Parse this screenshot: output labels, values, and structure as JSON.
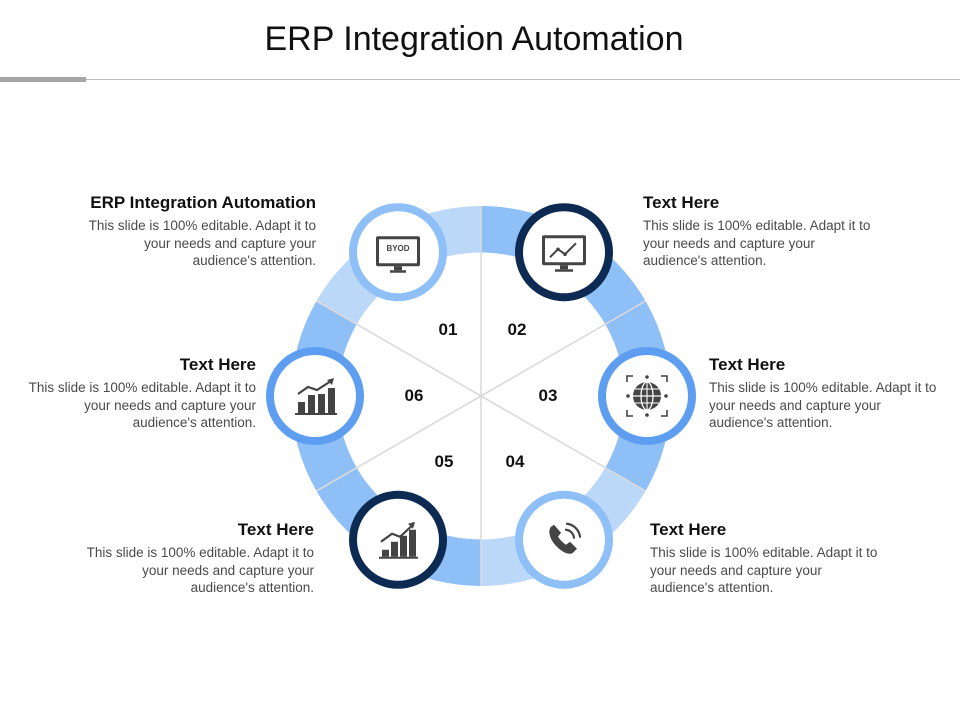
{
  "title": "ERP Integration Automation",
  "colors": {
    "light_ring": "#bcd8f9",
    "mid_ring": "#8ebff6",
    "accent_blue": "#5d9ef0",
    "dark_navy": "#0d2a52",
    "icon_gray": "#444444"
  },
  "segments": [
    {
      "number": "01",
      "title": "ERP Integration Automation",
      "body": "This slide is 100% editable. Adapt it to your needs and capture your audience's attention.",
      "icon": "byod-monitor-icon",
      "icon_label": "BYOD",
      "ring_color": "#bcd8f9",
      "circle_color": "#8ebff6"
    },
    {
      "number": "02",
      "title": "Text Here",
      "body": "This slide is 100% editable. Adapt it to your needs and capture your audience's attention.",
      "icon": "monitor-chart-icon",
      "ring_color": "#8ebff6",
      "circle_color": "#0d2a52"
    },
    {
      "number": "03",
      "title": "Text Here",
      "body": "This slide is 100% editable. Adapt it to your needs and capture your audience's attention.",
      "icon": "globe-network-icon",
      "ring_color": "#8ebff6",
      "circle_color": "#5d9ef0"
    },
    {
      "number": "04",
      "title": "Text Here",
      "body": "This slide is 100% editable. Adapt it to your needs and capture your audience's attention.",
      "icon": "phone-call-icon",
      "ring_color": "#bcd8f9",
      "circle_color": "#8ebff6"
    },
    {
      "number": "05",
      "title": "Text Here",
      "body": "This slide is 100% editable. Adapt it to your needs and capture your audience's attention.",
      "icon": "growth-chart-icon",
      "ring_color": "#8ebff6",
      "circle_color": "#0d2a52"
    },
    {
      "number": "06",
      "title": "Text Here",
      "body": "This slide is 100% editable. Adapt it to your needs and capture your audience's attention.",
      "icon": "bar-chart-icon",
      "ring_color": "#8ebff6",
      "circle_color": "#5d9ef0"
    }
  ]
}
